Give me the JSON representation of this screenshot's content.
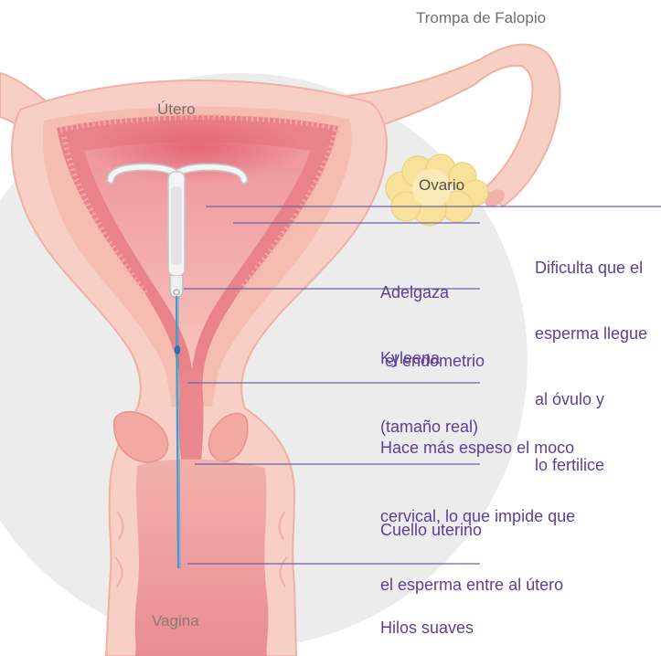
{
  "labels": {
    "fallopian_tube": "Trompa de Falopio",
    "uterus": "Útero",
    "ovary": "Ovario",
    "vagina": "Vagina"
  },
  "callouts": {
    "sperm": [
      "Dificulta que el",
      "esperma llegue",
      "al óvulo y",
      "lo fertilice"
    ],
    "endometrium": [
      "Adelgaza",
      " el endometrio"
    ],
    "device": [
      "Kyleena",
      "(tamaño real)"
    ],
    "mucus": [
      "Hace más espeso el moco",
      "cervical, lo que impide que",
      "el esperma entre al útero"
    ],
    "cervix": [
      "Cuello uterino"
    ],
    "threads": [
      "Hilos suaves"
    ]
  },
  "colors": {
    "label_text": "#5d3f94",
    "leader_line": "#6a62b2",
    "thread": "#3f9bd3",
    "tissue": "#f8cfc4",
    "endometrium": "#ea8389",
    "ovary": "#f8e29a",
    "background_disc": "#ececec"
  }
}
